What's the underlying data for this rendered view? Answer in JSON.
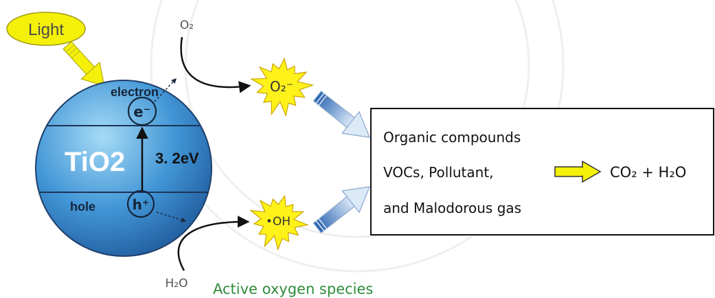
{
  "light": {
    "label": "Light"
  },
  "catalyst": {
    "name": "TiO2",
    "electron_label": "electron",
    "electron_symbol": "e⁻",
    "band_gap": "3. 2eV",
    "hole_label": "hole",
    "hole_symbol": "h⁺"
  },
  "reactants": {
    "oxygen": "O₂",
    "water": "H₂O"
  },
  "active_species": {
    "superoxide": "O₂⁻",
    "hydroxyl": "•OH",
    "caption": "Active oxygen species"
  },
  "targets": {
    "lines": [
      "Organic compounds",
      "VOCs, Pollutant,",
      "and Malodorous gas"
    ]
  },
  "products": {
    "label": "CO₂ + H₂O"
  },
  "colors": {
    "light": "#f4f00a",
    "sphere_light": "#a6dbf6",
    "sphere_mid": "#4296d6",
    "sphere_dark": "#1f5a9c",
    "burst": "#fff21a",
    "caption": "#2e8b3a",
    "blue_arrow_dark": "#2a64b0",
    "blue_arrow_light": "#dceaf8"
  }
}
